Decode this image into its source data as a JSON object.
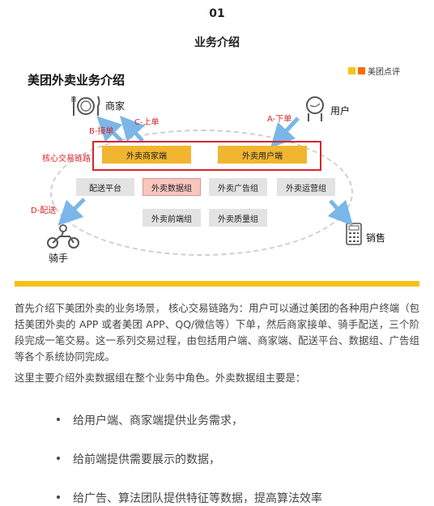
{
  "header": {
    "section_number": "01",
    "title": "业务介绍"
  },
  "diagram": {
    "title": "美团外卖业务介绍",
    "brand": "美团点评",
    "actors": {
      "merchant": "商家",
      "user": "用户",
      "rider": "骑手",
      "sales": "销售"
    },
    "flows": {
      "a": "A-下单",
      "b": "B-接单",
      "c": "C-上单",
      "d": "D-配送"
    },
    "core_label": "核心交易链路",
    "core_items": [
      "外卖商家端",
      "外卖用户端"
    ],
    "modules": {
      "delivery": "配送平台",
      "data": "外卖数据组",
      "ads": "外卖广告组",
      "ops": "外卖运营组",
      "frontend": "外卖前端组",
      "quality": "外卖质量组"
    },
    "colors": {
      "accent_red": "#d9252a",
      "accent_yellow": "#f1b530",
      "arrow_blue": "#7ab6e8"
    }
  },
  "body": {
    "paragraph1": "首先介绍下美团外卖的业务场景， 核心交易链路为：用户可以通过美团的各种用户终端（包括美团外卖的 APP 或者美团 APP、QQ/微信等）下单，然后商家接单、骑手配送，三个阶段完成一笔交易。这一系列交易过程，由包括用户端、商家端、配送平台、数据组、广告组等各个系统协同完成。",
    "paragraph2": "这里主要介绍外卖数据组在整个业务中角色。外卖数据组主要是：",
    "bullets": [
      "给用户端、商家端提供业务需求，",
      "给前端提供需要展示的数据，",
      "给广告、算法团队提供特征等数据，提高算法效率"
    ]
  }
}
